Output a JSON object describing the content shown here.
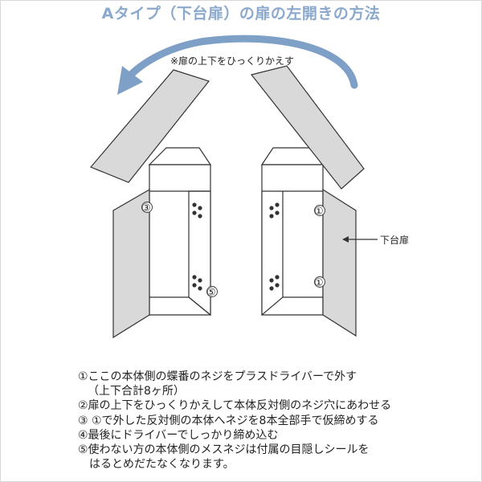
{
  "title": "Aタイプ（下台扉）の扉の左開きの方法",
  "flip_note": "※扉の上下をひっくりかえす",
  "door_label": "下台扉",
  "markers": {
    "left_top": "③",
    "left_bottom": "⑤",
    "right_top": "①",
    "right_bottom": "①"
  },
  "steps": [
    "①ここの本体側の蝶番のネジをプラスドライバーで外す",
    "（上下合計8ヶ所）",
    "②扉の上下をひっくりかえして本体反対側のネジ穴にあわせる",
    "③ ①で外した反対側の本体へネジを8本全部手で仮締めする",
    "④最後にドライバーでしっかり締め込む",
    "⑤使わない方の本体側のメスネジは付属の目隠しシールを",
    "はるとめだたなくなります。"
  ],
  "colors": {
    "title": "#8aa9cc",
    "arrow": "#7e9fc6",
    "panel_fill": "#d9d9d9",
    "line": "#333333"
  }
}
